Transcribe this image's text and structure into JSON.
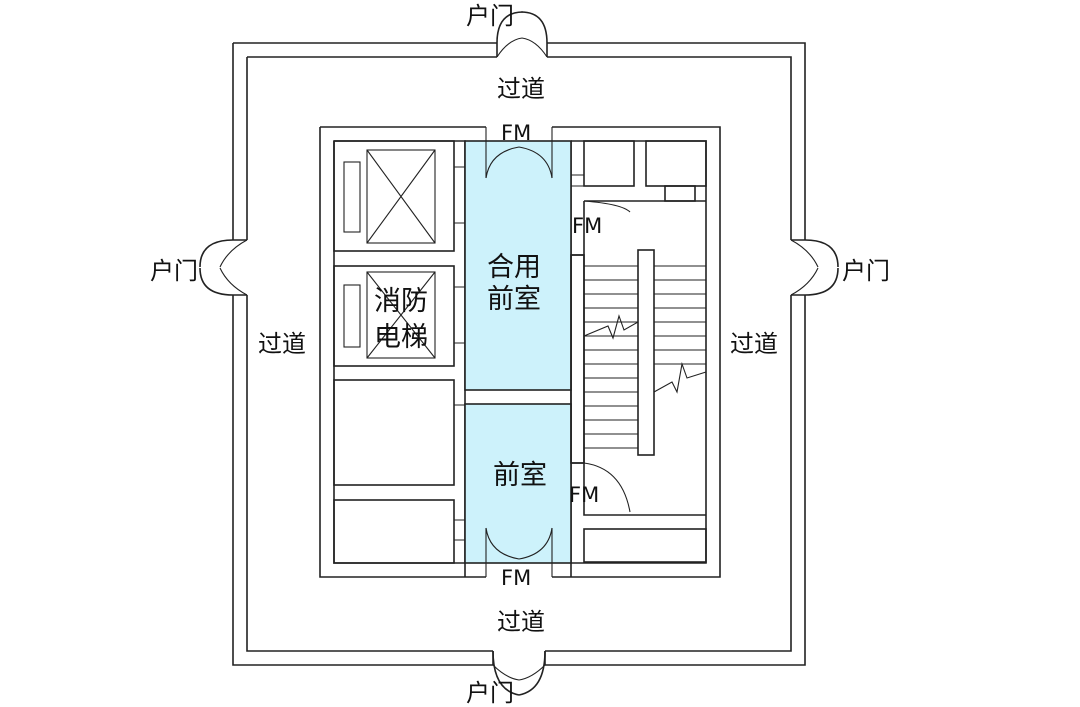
{
  "labels": {
    "door_top": "户门",
    "door_bottom": "户门",
    "door_left": "户门",
    "door_right": "户门",
    "corridor_top": "过道",
    "corridor_bottom": "过道",
    "corridor_left": "过道",
    "corridor_right": "过道",
    "fm_top": "FM",
    "fm_bottom": "FM",
    "fm_stair_upper": "FM",
    "fm_stair_lower": "FM",
    "shared_anteroom_line1": "合用",
    "shared_anteroom_line2": "前室",
    "anteroom": "前室",
    "fire_elevator_line1": "消防",
    "fire_elevator_line2": "电梯"
  },
  "colors": {
    "anteroom_fill": "#cdf2fb",
    "line": "#222222"
  }
}
